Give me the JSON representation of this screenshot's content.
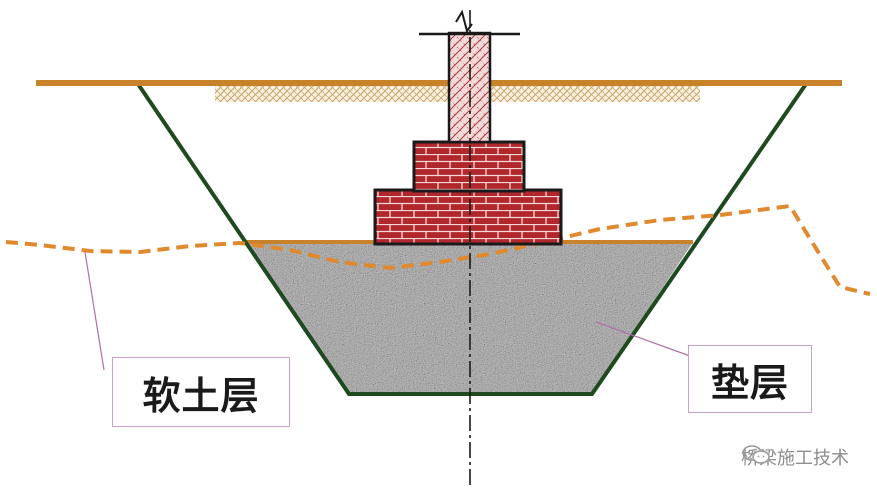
{
  "labels": {
    "soft_soil": "软土层",
    "cushion": "垫层"
  },
  "watermark": {
    "text": "桥梁施工技术",
    "icon": "wechat-icon"
  },
  "colors": {
    "ground_line": "#c8832a",
    "pit_outline": "#1f4a1f",
    "brick": "#b0282c",
    "mortar": "#f3d7d7",
    "column_fill": "#f4d9d9",
    "gravel_base": "#b8b8b8",
    "dashed_boundary": "#e0892e",
    "label_border": "#c9a3c4",
    "leader_line": "#b070a8"
  }
}
